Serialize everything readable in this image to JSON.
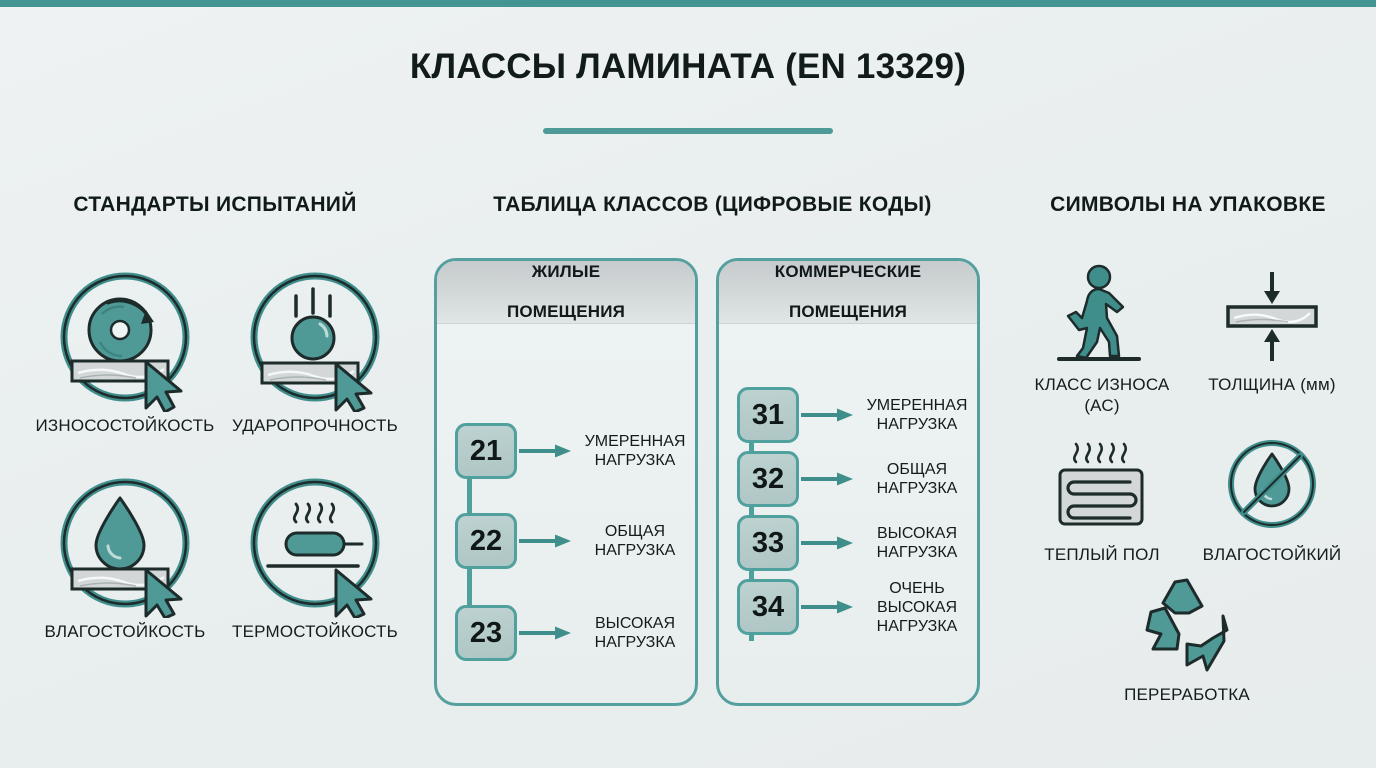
{
  "theme": {
    "accent": "#429592",
    "accent_border": "#50a09d",
    "badge_fill": "#b5cbca",
    "text": "#121b1b",
    "background": "#eef2f2"
  },
  "header": {
    "title": "КЛАССЫ ЛАМИНАТА (EN 13329)"
  },
  "columns": {
    "left_heading": "СТАНДАРТЫ ИСПЫТАНИЙ",
    "middle_heading": "ТАБЛИЦА КЛАССОВ (ЦИФРОВЫЕ КОДЫ)",
    "right_heading": "СИМВОЛЫ НА УПАКОВКЕ"
  },
  "test_standards": [
    {
      "label": "ИЗНОСОСТОЙКОСТЬ",
      "icon": "abrasion-disc-icon"
    },
    {
      "label": "УДАРОПРОЧНОСТЬ",
      "icon": "impact-ball-icon"
    },
    {
      "label": "ВЛАГОСТОЙКОСТЬ",
      "icon": "water-drop-plank-icon"
    },
    {
      "label": "ТЕРМОСТОЙКОСТЬ",
      "icon": "heat-element-icon"
    }
  ],
  "class_table": {
    "residential": {
      "title_line1": "ЖИЛЫЕ",
      "title_line2": "ПОМЕЩЕНИЯ",
      "rows": [
        {
          "code": "21",
          "label_line1": "УМЕРЕННАЯ",
          "label_line2": "НАГРУЗКА",
          "label_line3": ""
        },
        {
          "code": "22",
          "label_line1": "ОБЩАЯ",
          "label_line2": "НАГРУЗКА",
          "label_line3": ""
        },
        {
          "code": "23",
          "label_line1": "ВЫСОКАЯ",
          "label_line2": "НАГРУЗКА",
          "label_line3": ""
        }
      ]
    },
    "commercial": {
      "title_line1": "КОММЕРЧЕСКИЕ",
      "title_line2": "ПОМЕЩЕНИЯ",
      "rows": [
        {
          "code": "31",
          "label_line1": "УМЕРЕННАЯ",
          "label_line2": "НАГРУЗКА",
          "label_line3": ""
        },
        {
          "code": "32",
          "label_line1": "ОБЩАЯ",
          "label_line2": "НАГРУЗКА",
          "label_line3": ""
        },
        {
          "code": "33",
          "label_line1": "ВЫСОКАЯ",
          "label_line2": "НАГРУЗКА",
          "label_line3": ""
        },
        {
          "code": "34",
          "label_line1": "ОЧЕНЬ",
          "label_line2": "ВЫСОКАЯ",
          "label_line3": "НАГРУЗКА"
        }
      ]
    }
  },
  "package_symbols": [
    {
      "label_line1": "КЛАСС ИЗНОСА",
      "label_line2": "(АС)",
      "icon": "walking-person-icon"
    },
    {
      "label_line1": "ТОЛЩИНА (мм)",
      "label_line2": "",
      "icon": "thickness-arrows-icon"
    },
    {
      "label_line1": "ТЕПЛЫЙ ПОЛ",
      "label_line2": "",
      "icon": "underfloor-heating-icon"
    },
    {
      "label_line1": "ВЛАГОСТОЙКИЙ",
      "label_line2": "",
      "icon": "water-resistant-icon"
    },
    {
      "label_line1": "ПЕРЕРАБОТКА",
      "label_line2": "",
      "icon": "recycle-icon"
    }
  ]
}
